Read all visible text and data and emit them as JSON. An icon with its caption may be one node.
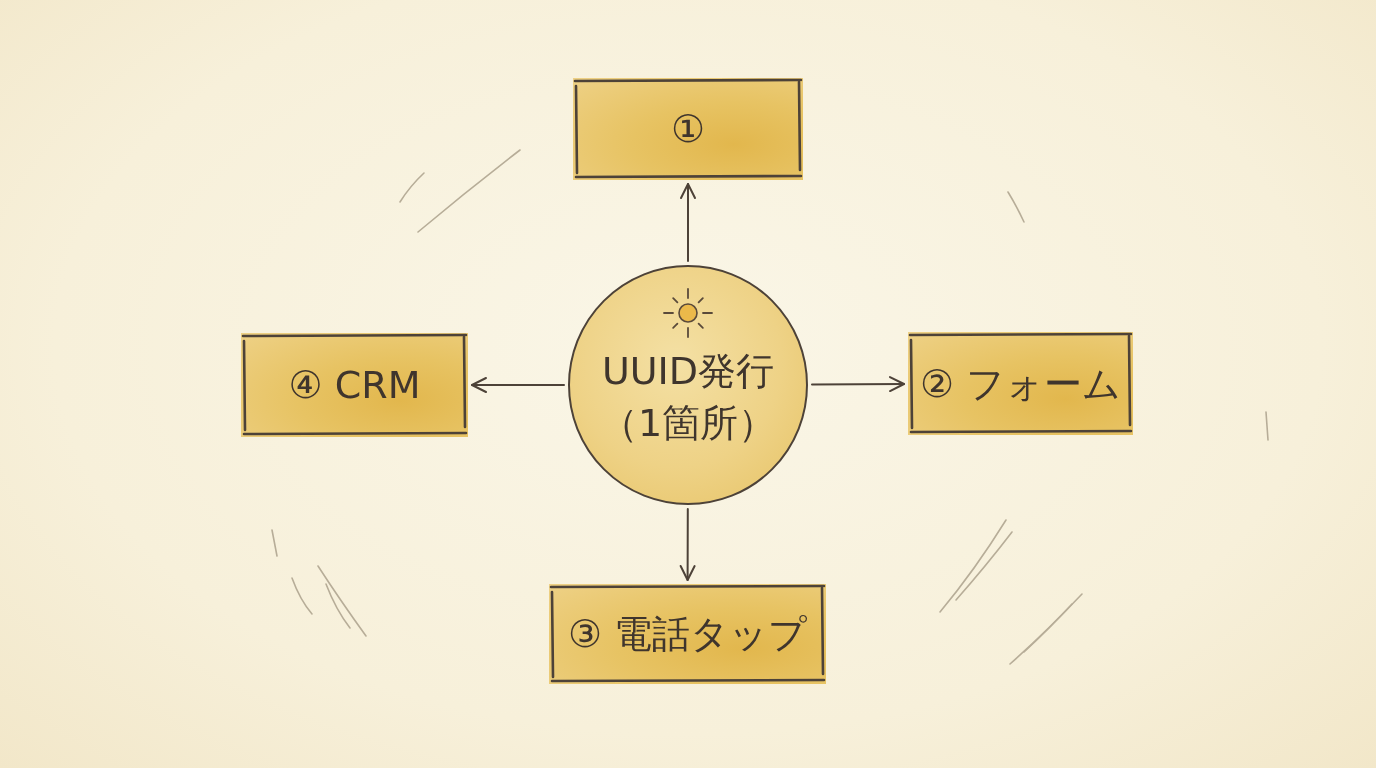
{
  "diagram": {
    "nodes": [
      {
        "text": [
          "①"
        ]
      },
      {
        "text": [
          "④ CRM"
        ]
      },
      {
        "text": [
          "UUID発行（1箇所）"
        ]
      },
      {
        "text": [
          "② フォーム"
        ]
      },
      {
        "text": [
          "③ 電話タップ"
        ]
      }
    ],
    "edges": [
      {
        "from": 2,
        "to": 0,
        "arrow": "to"
      },
      {
        "from": 2,
        "to": 1,
        "arrow": "to"
      },
      {
        "from": 2,
        "to": 3,
        "arrow": "to"
      },
      {
        "from": 2,
        "to": 4,
        "arrow": "to"
      }
    ]
  }
}
